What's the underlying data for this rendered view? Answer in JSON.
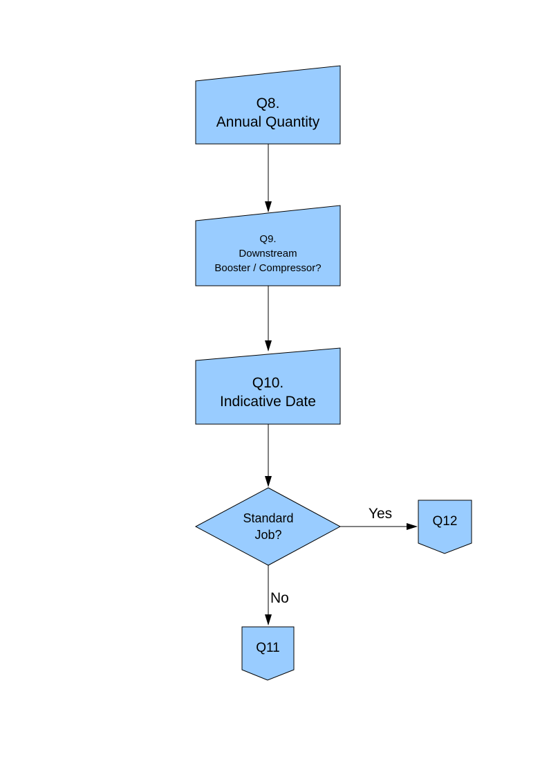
{
  "diagram": {
    "type": "flowchart",
    "colors": {
      "node_fill": "#99CCFF",
      "node_border": "#000000",
      "connector": "#000000",
      "background": "#FFFFFF"
    },
    "nodes": [
      {
        "id": "q8",
        "shape": "manual-input",
        "lines": [
          "Q8.",
          "Annual Quantity"
        ]
      },
      {
        "id": "q9",
        "shape": "manual-input",
        "lines": [
          "Q9.",
          "Downstream",
          "Booster / Compressor?"
        ]
      },
      {
        "id": "q10",
        "shape": "manual-input",
        "lines": [
          "Q10.",
          "Indicative Date"
        ]
      },
      {
        "id": "standard-job",
        "shape": "decision",
        "lines": [
          "Standard",
          "Job?"
        ]
      },
      {
        "id": "q12",
        "shape": "off-page-connector",
        "lines": [
          "Q12"
        ]
      },
      {
        "id": "q11",
        "shape": "off-page-connector",
        "lines": [
          "Q11"
        ]
      }
    ],
    "edges": [
      {
        "from": "q8",
        "to": "q9",
        "label": ""
      },
      {
        "from": "q9",
        "to": "q10",
        "label": ""
      },
      {
        "from": "q10",
        "to": "standard-job",
        "label": ""
      },
      {
        "from": "standard-job",
        "to": "q12",
        "label": "Yes"
      },
      {
        "from": "standard-job",
        "to": "q11",
        "label": "No"
      }
    ]
  }
}
